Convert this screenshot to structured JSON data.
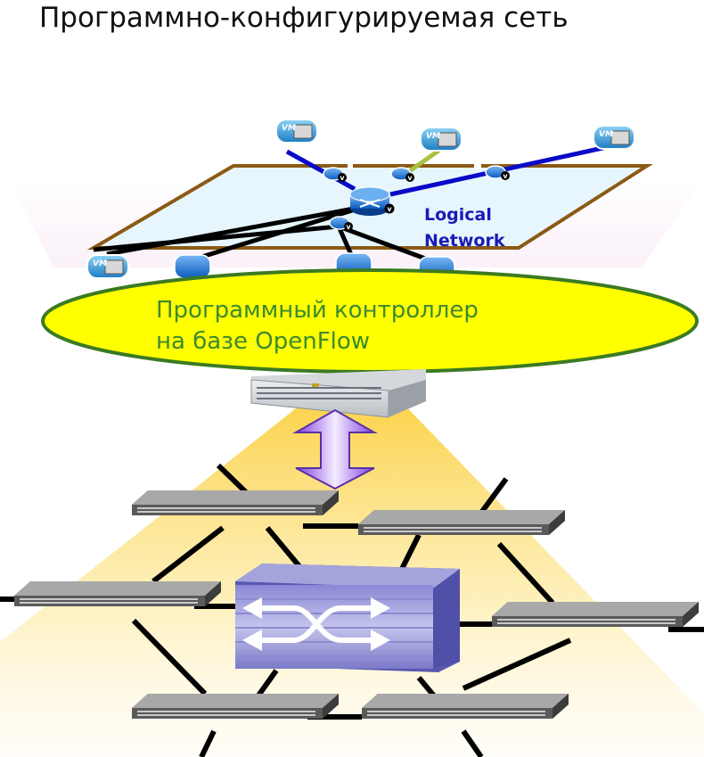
{
  "title": "Программно-конфигурируемая сеть",
  "logical_network": {
    "line1": "Logical",
    "line2": "Network"
  },
  "controller": {
    "line1": "Программный контроллер",
    "line2": "на базе OpenFlow"
  },
  "vm_label": "VM",
  "vswitch_label": "v",
  "colors": {
    "plane_border": "#8b5a14",
    "plane_fill": "#e6f6fc",
    "vm_link": "#0a0ac8",
    "vm_link_alt": "#a8c040",
    "ellipse_fill": "#ffff00",
    "ellipse_border": "#3c7a22",
    "controller_text": "#3c8a2e",
    "logical_text": "#1a1ab8",
    "cone": "#fbd85a",
    "arrow": "#a070e0",
    "core_switch": "#6c6cc8"
  },
  "icons": [
    "vm-icon",
    "virtual-switch-icon",
    "server-icon",
    "network-switch-icon",
    "openflow-switch-icon",
    "double-arrow-icon"
  ]
}
